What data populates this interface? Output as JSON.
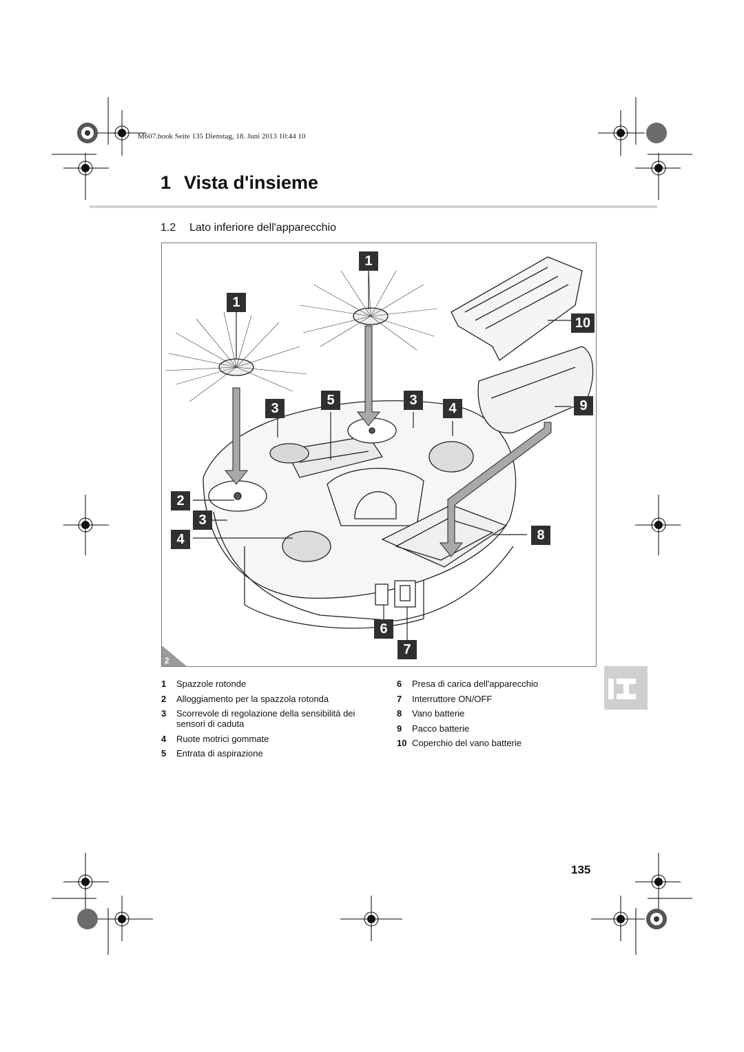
{
  "header": {
    "print_line": "M607.book  Seite 135  Dienstag, 18. Juni 2013  10:44 10"
  },
  "chapter": {
    "number": "1",
    "title": "Vista d'insieme"
  },
  "section": {
    "number": "1.2",
    "title": "Lato inferiore dell'apparecchio"
  },
  "figure": {
    "number": "2",
    "callouts": [
      "1",
      "1",
      "10",
      "3",
      "5",
      "3",
      "4",
      "9",
      "2",
      "3",
      "4",
      "8",
      "6",
      "7"
    ]
  },
  "legend": {
    "left": [
      {
        "n": "1",
        "text": "Spazzole rotonde"
      },
      {
        "n": "2",
        "text": "Alloggiamento per la spazzola rotonda"
      },
      {
        "n": "3",
        "text": "Scorrevole di regolazione della sensibilità dei sensori di caduta"
      },
      {
        "n": "4",
        "text": "Ruote motrici gommate"
      },
      {
        "n": "5",
        "text": "Entrata di aspirazione"
      }
    ],
    "right": [
      {
        "n": "6",
        "text": "Presa di carica dell'apparecchio"
      },
      {
        "n": "7",
        "text": "Interruttore ON/OFF"
      },
      {
        "n": "8",
        "text": "Vano batterie"
      },
      {
        "n": "9",
        "text": "Pacco batterie"
      },
      {
        "n": "10",
        "text": "Coperchio del vano batterie"
      }
    ]
  },
  "page": {
    "number": "135"
  },
  "colors": {
    "rule": "#d4d4d4",
    "callout_bg": "#303030",
    "tab": "#cfcfcf",
    "arrow": "#a8a8a8"
  }
}
